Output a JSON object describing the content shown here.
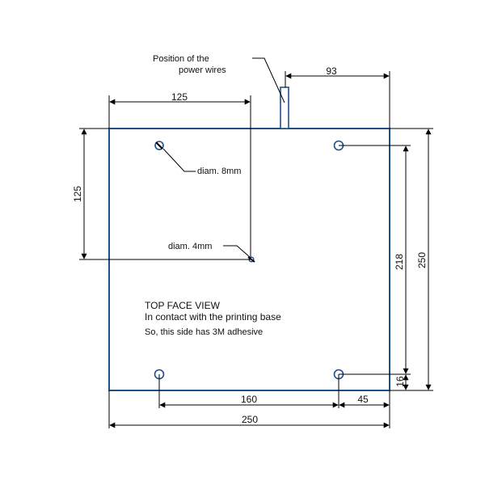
{
  "colors": {
    "plate_outline": "#1f4f86",
    "dimension_line": "#000000",
    "background": "#ffffff"
  },
  "dimensions": {
    "top_wire_offset": "93",
    "top_hole_offset": "125",
    "left_hole_offset": "125",
    "right_hole_spacing": "218",
    "right_total_height": "250",
    "bottom_hole_spacing": "160",
    "bottom_right_offset": "45",
    "bottom_total_width": "250",
    "bottom_hole_offset": "16"
  },
  "annotations": {
    "power_wires_line1": "Position of the",
    "power_wires_line2": "power wires",
    "hole_large": "diam. 8mm",
    "hole_small": "diam. 4mm"
  },
  "view_text": {
    "title": "TOP FACE VIEW",
    "line1": "In contact with the printing base",
    "line2": "So, this side has 3M adhesive"
  }
}
